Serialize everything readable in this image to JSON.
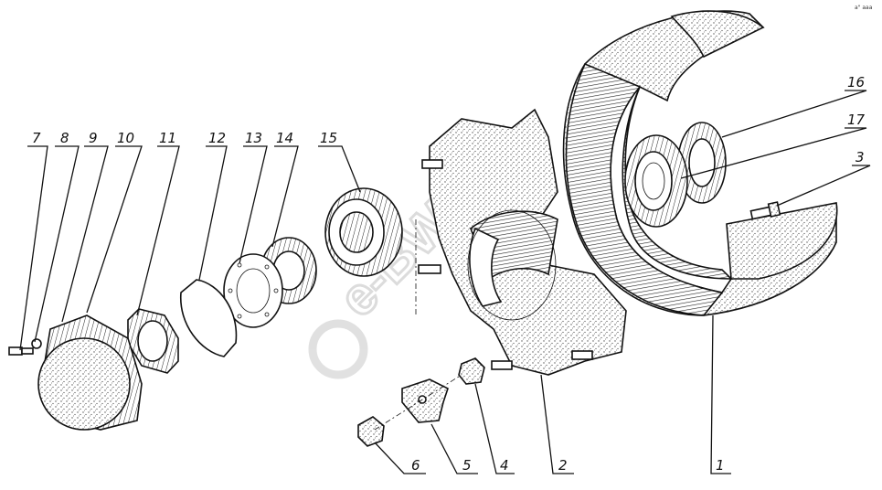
{
  "corner_mark": "а\" ааа",
  "callouts": [
    {
      "id": "c7",
      "label": "7"
    },
    {
      "id": "c8",
      "label": "8"
    },
    {
      "id": "c9",
      "label": "9"
    },
    {
      "id": "c10",
      "label": "10"
    },
    {
      "id": "c11",
      "label": "11"
    },
    {
      "id": "c12",
      "label": "12"
    },
    {
      "id": "c13",
      "label": "13"
    },
    {
      "id": "c14",
      "label": "14"
    },
    {
      "id": "c15",
      "label": "15"
    },
    {
      "id": "c16",
      "label": "16"
    },
    {
      "id": "c17",
      "label": "17"
    },
    {
      "id": "c3",
      "label": "3"
    },
    {
      "id": "c6",
      "label": "6"
    },
    {
      "id": "c5",
      "label": "5"
    },
    {
      "id": "c4",
      "label": "4"
    },
    {
      "id": "c2",
      "label": "2"
    },
    {
      "id": "c1",
      "label": "1"
    }
  ],
  "watermark": {
    "text": "e-BWSTH",
    "color": "#c8c8c8"
  },
  "colors": {
    "ink": "#111111",
    "paper": "#ffffff",
    "stipple": "#666666"
  }
}
